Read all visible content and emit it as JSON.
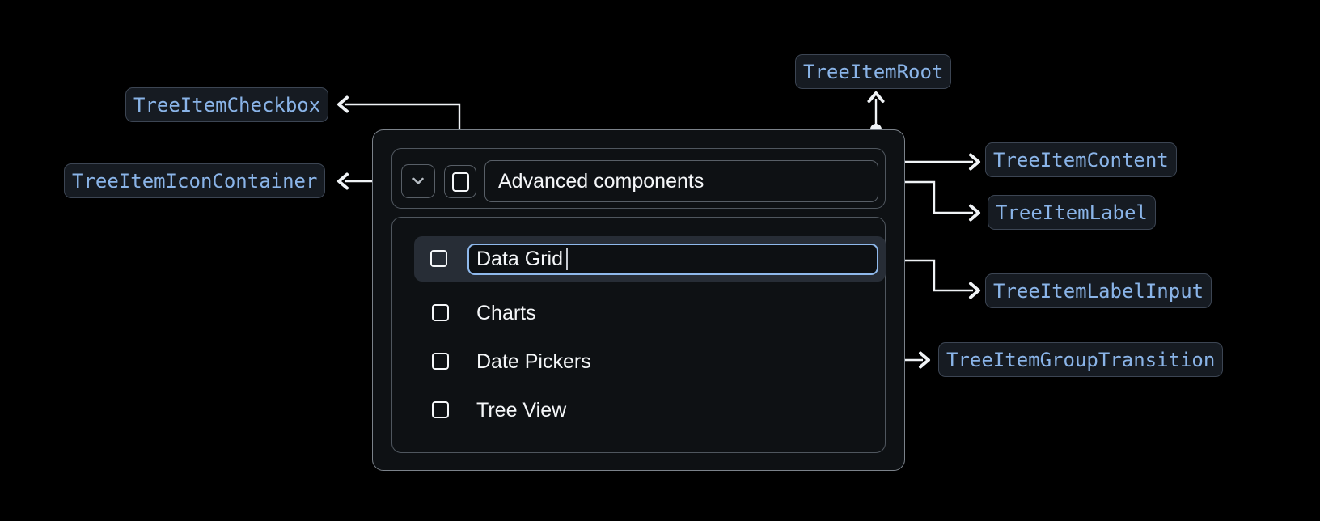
{
  "annotations": {
    "tree_item_root": "TreeItemRoot",
    "tree_item_checkbox": "TreeItemCheckbox",
    "tree_item_icon_container": "TreeItemIconContainer",
    "tree_item_content": "TreeItemContent",
    "tree_item_label": "TreeItemLabel",
    "tree_item_label_input": "TreeItemLabelInput",
    "tree_item_group_transition": "TreeItemGroupTransition"
  },
  "tree": {
    "parent": {
      "label": "Advanced components",
      "expanded": true,
      "expand_icon": "chevron-down-icon",
      "checkbox_icon": "checkbox-unchecked-icon"
    },
    "editing_item": {
      "value": "Data Grid",
      "checkbox_icon": "checkbox-unchecked-icon"
    },
    "items": [
      {
        "label": "Charts",
        "checkbox_icon": "checkbox-unchecked-icon"
      },
      {
        "label": "Date Pickers",
        "checkbox_icon": "checkbox-unchecked-icon"
      },
      {
        "label": "Tree View",
        "checkbox_icon": "checkbox-unchecked-icon"
      }
    ]
  },
  "colors": {
    "page-bg": "#000000",
    "panel-bg": "#0e1114",
    "panel-border": "#7b828a",
    "inner-border": "#4f565e",
    "control-border": "#585f67",
    "text": "#f5f7f9",
    "badge-bg": "#161b22",
    "badge-border": "#3c4553",
    "badge-text": "#8ab4e8",
    "row-highlight": "#272d36",
    "input-border": "#8fb9ec",
    "input-bg": "#0d1013",
    "connector": "#f0f3f6"
  }
}
